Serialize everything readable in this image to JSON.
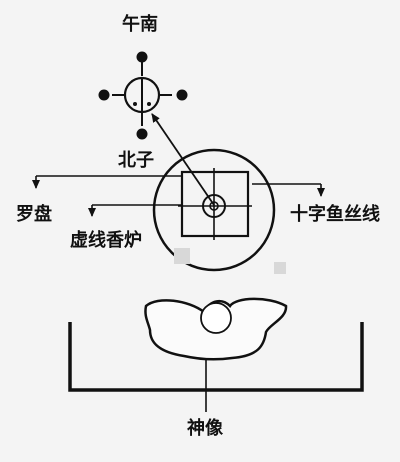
{
  "labels": {
    "south": "午南",
    "north": "北子",
    "compass": "罗盘",
    "incense": "虚线香炉",
    "crosshair": "十字鱼丝线",
    "deity": "神像"
  },
  "colors": {
    "ink": "#111111",
    "paper": "#f4f4f4"
  }
}
